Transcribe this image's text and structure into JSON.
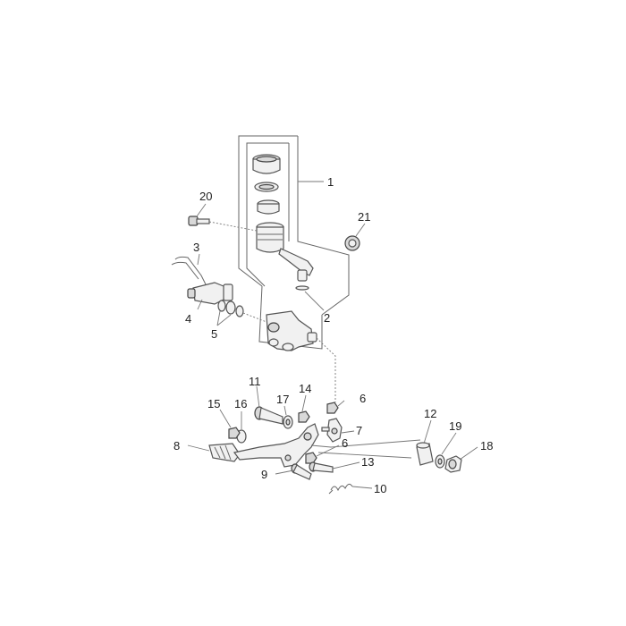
{
  "callouts": {
    "c1": "1",
    "c2": "2",
    "c3": "3",
    "c4": "4",
    "c5": "5",
    "c6a": "6",
    "c6b": "6",
    "c7": "7",
    "c8": "8",
    "c9": "9",
    "c10": "10",
    "c11": "11",
    "c12": "12",
    "c13": "13",
    "c14": "14",
    "c15": "15",
    "c16": "16",
    "c17": "17",
    "c18": "18",
    "c19": "19",
    "c20": "20",
    "c21": "21"
  }
}
